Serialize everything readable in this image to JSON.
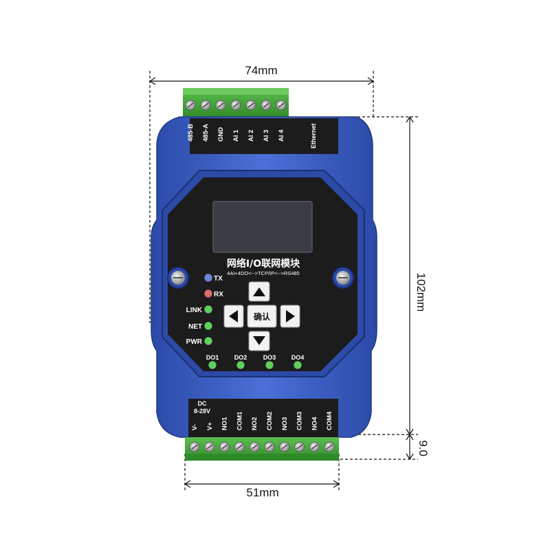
{
  "dimensions": {
    "width_top": "74mm",
    "height": "102mm",
    "rail_depth": "9.0",
    "width_bottom": "51mm"
  },
  "top_terminals": [
    "485-B",
    "485-A",
    "GND",
    "AI 1",
    "AI 2",
    "AI 3",
    "AI 4"
  ],
  "ethernet_label": "Ethernet",
  "panel": {
    "title": "网络I/O联网模块",
    "subtitle": "4AI+4DO<-->TCP/IP<-->RS485",
    "confirm_button": "确认"
  },
  "status_leds": [
    {
      "label": "TX",
      "color": "#6f86d6"
    },
    {
      "label": "RX",
      "color": "#e06b6b"
    },
    {
      "label": "LINK",
      "color": "#5fcf5f"
    },
    {
      "label": "NET",
      "color": "#5fcf5f"
    },
    {
      "label": "PWR",
      "color": "#5fcf5f"
    }
  ],
  "do_leds": [
    "DO1",
    "DO2",
    "DO3",
    "DO4"
  ],
  "power_label": {
    "line1": "DC",
    "line2": "8-28V"
  },
  "bottom_terminals": [
    "V-",
    "V+",
    "NO1",
    "COM1",
    "NO2",
    "COM2",
    "NO3",
    "COM3",
    "NO4",
    "COM4"
  ],
  "colors": {
    "body_blue": "#3b5ec4",
    "panel_black": "#1c1c1c",
    "terminal_green": "#46a83c",
    "led_green": "#5fcf5f"
  }
}
